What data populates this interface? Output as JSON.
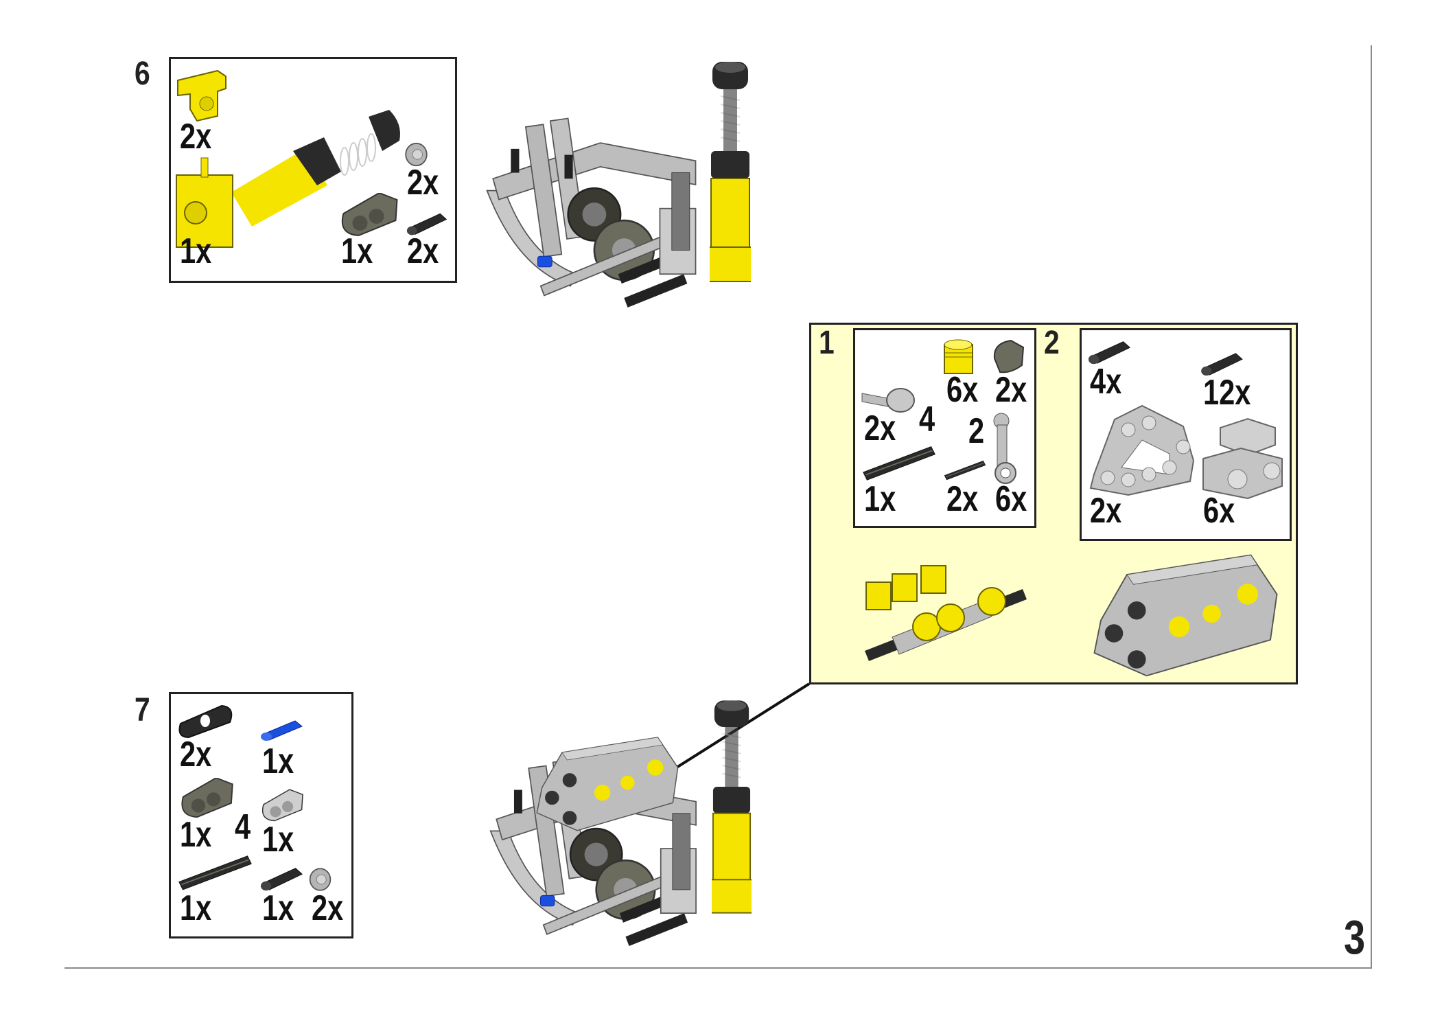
{
  "page_number": "3",
  "colors": {
    "callout_bg": "#ffffcc",
    "yellow": "#f5e400",
    "dark": "#2a2a2a",
    "dark_grey": "#6b6b5e",
    "light_grey": "#c4c4c4",
    "blue": "#1a4fe0"
  },
  "steps": [
    {
      "number": "6",
      "parts": [
        {
          "name": "yellow-bracket",
          "qty": "2x"
        },
        {
          "name": "light-grey-bush",
          "qty": "2x"
        },
        {
          "name": "yellow-shock-absorber",
          "qty": "1x"
        },
        {
          "name": "dark-grey-liftarm",
          "qty": "1x"
        },
        {
          "name": "black-pin",
          "qty": "2x"
        }
      ]
    },
    {
      "number": "7",
      "parts": [
        {
          "name": "black-beam",
          "qty": "2x"
        },
        {
          "name": "blue-pin",
          "qty": "1x"
        },
        {
          "name": "dark-grey-liftarm",
          "qty": "1x"
        },
        {
          "name": "light-grey-liftarm",
          "qty": "1x"
        },
        {
          "name": "black-axle",
          "qty": "1x",
          "length": "4"
        },
        {
          "name": "black-pin",
          "qty": "1x"
        },
        {
          "name": "light-grey-bush",
          "qty": "2x"
        }
      ]
    }
  ],
  "callout": {
    "substeps": [
      {
        "number": "1",
        "parts": [
          {
            "name": "yellow-piston",
            "qty": "6x"
          },
          {
            "name": "dark-grey-cam",
            "qty": "2x"
          },
          {
            "name": "grey-axle-with-stop",
            "qty": "2x"
          },
          {
            "name": "black-axle",
            "qty": "1x",
            "length": "4"
          },
          {
            "name": "black-axle",
            "qty": "2x",
            "length": "2"
          },
          {
            "name": "connecting-rod",
            "qty": "6x"
          }
        ]
      },
      {
        "number": "2",
        "parts": [
          {
            "name": "black-pin",
            "qty": "4x"
          },
          {
            "name": "black-pin-long",
            "qty": "12x"
          },
          {
            "name": "engine-block",
            "qty": "2x"
          },
          {
            "name": "cylinder",
            "qty": "6x"
          }
        ]
      }
    ]
  }
}
